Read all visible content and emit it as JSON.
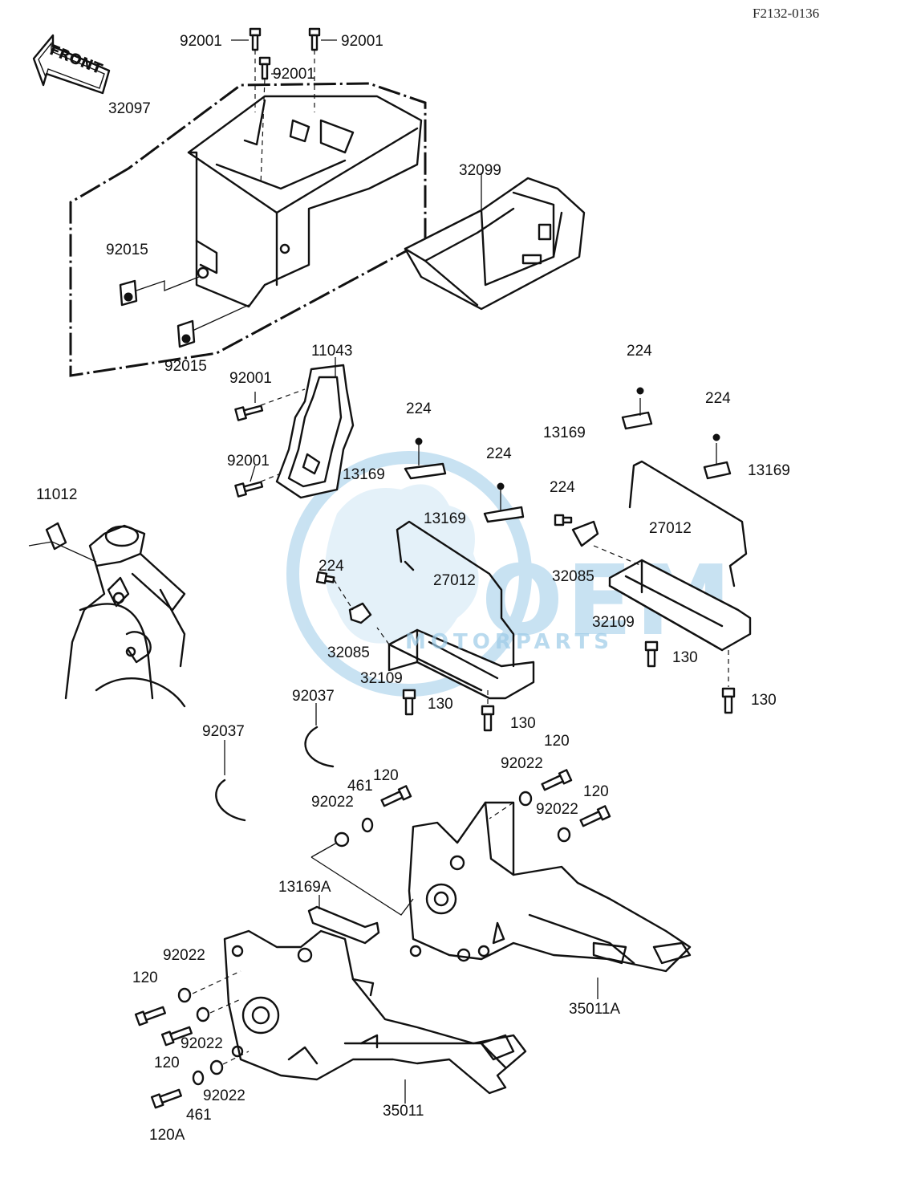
{
  "figure_code": "F2132-0136",
  "front_arrow_text": "FRONT",
  "watermark": {
    "logo_text": "OEM",
    "sub_text": "MOTORPARTS",
    "color": "#9ccbe8"
  },
  "part_labels": {
    "p92001_a": "92001",
    "p92001_b": "92001",
    "p92001_c": "92001",
    "p32097": "32097",
    "p32099": "32099",
    "p92015_a": "92015",
    "p92015_b": "92015",
    "p11043": "11043",
    "p92001_d": "92001",
    "p92001_e": "92001",
    "p11012": "11012",
    "p224_a": "224",
    "p224_b": "224",
    "p224_c": "224",
    "p224_d": "224",
    "p224_e": "224",
    "p224_f": "224",
    "p13169_a": "13169",
    "p13169_b": "13169",
    "p13169_c": "13169",
    "p13169_d": "13169",
    "p27012_a": "27012",
    "p27012_b": "27012",
    "p32085_a": "32085",
    "p32085_b": "32085",
    "p32109_a": "32109",
    "p32109_b": "32109",
    "p130_a": "130",
    "p130_b": "130",
    "p130_c": "130",
    "p130_d": "130",
    "p92037_a": "92037",
    "p92037_b": "92037",
    "p120_a": "120",
    "p120_b": "120",
    "p120_c": "120",
    "p120_d": "120",
    "p120_e": "120",
    "p120A": "120A",
    "p461_a": "461",
    "p461_b": "461",
    "p92022_a": "92022",
    "p92022_b": "92022",
    "p92022_c": "92022",
    "p92022_d": "92022",
    "p92022_e": "92022",
    "p92022_f": "92022",
    "p13169A": "13169A",
    "p35011A": "35011A",
    "p35011": "35011"
  }
}
